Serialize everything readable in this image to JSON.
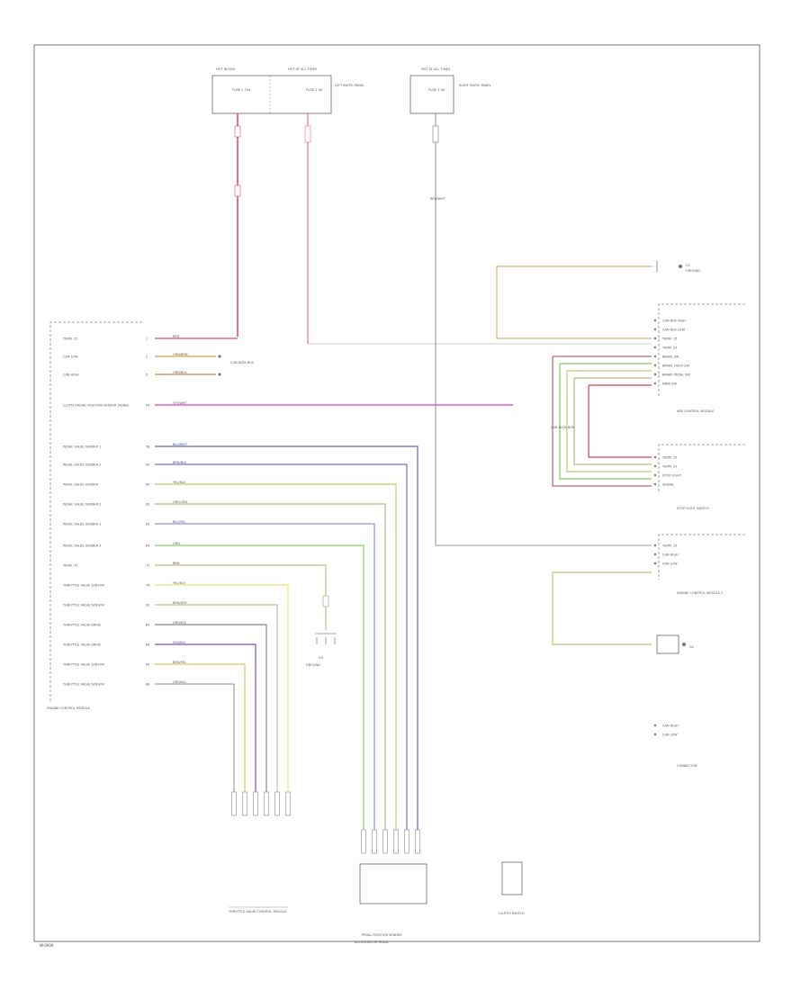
{
  "diagram": {
    "page_code": "W-0000",
    "ecm_pins": [
      {
        "label": "TERM. 15",
        "pin": "1",
        "color": "#e84a5f",
        "wire": "RED"
      },
      {
        "label": "CAN LOW",
        "pin": "2",
        "color": "#e8a040",
        "wire": "ORN/BRN"
      },
      {
        "label": "CAN HIGH",
        "pin": "3",
        "color": "#d08a3a",
        "wire": "ORN/BLK"
      },
      {
        "label": "CLUTCH PEDAL POSITION SENSOR SIGNAL",
        "pin": "54",
        "color": "#e23fd0",
        "wire": "VIO/WHT"
      },
      {
        "label": "PEDAL VALUE SENDER 1",
        "pin": "58",
        "color": "#6060e0",
        "wire": "BLU/WHT"
      },
      {
        "label": "PEDAL VALUE SENDER 2",
        "pin": "59",
        "color": "#7070d8",
        "wire": "BRN/BLU"
      },
      {
        "label": "PEDAL VALUE SENDER",
        "pin": "60",
        "color": "#c8c86a",
        "wire": "YEL/BLU"
      },
      {
        "label": "PEDAL VALUE SENDER 2",
        "pin": "61",
        "color": "#b8b890",
        "wire": "GRY/GRN"
      },
      {
        "label": "PEDAL VALUE SENDER 1",
        "pin": "62",
        "color": "#9090e8",
        "wire": "BLU/YEL"
      },
      {
        "label": "PEDAL VALUE SENDER 2",
        "pin": "63",
        "color": "#80d860",
        "wire": "GRN"
      },
      {
        "label": "TERM. 31",
        "pin": "71",
        "color": "#c8b880",
        "wire": "BRN"
      },
      {
        "label": "THROTTLE VALVE SENSOR",
        "pin": "76",
        "color": "#e8e870",
        "wire": "YEL/BLK"
      },
      {
        "label": "THROTTLE VALVE SENSOR",
        "pin": "82",
        "color": "#c0c0a0",
        "wire": "BRN/GRY"
      },
      {
        "label": "THROTTLE VALVE DRIVE",
        "pin": "83",
        "color": "#888888",
        "wire": "GRY/BLK"
      },
      {
        "label": "THROTTLE VALVE DRIVE",
        "pin": "84",
        "color": "#8050d0",
        "wire": "VIO/BLU"
      },
      {
        "label": "THROTTLE VALVE SENSOR",
        "pin": "85",
        "color": "#d8c860",
        "wire": "BRN/YEL"
      },
      {
        "label": "THROTTLE VALVE SENSOR",
        "pin": "86",
        "color": "#a0a0a0",
        "wire": "GRY/BLU"
      }
    ],
    "ecm_name": "ENGINE CONTROL MODULE",
    "fuse_left_label": "HOT IN RUN",
    "fuse_center_label": "HOT AT ALL TIMES",
    "fuse_right_label": "HOT AT ALL TIMES",
    "fuse_left_box": "FUSE 1 15A",
    "fuse_center_box": "FUSE 2 5A",
    "fuse_right_box": "FUSE 3 5A",
    "fuse_center_note": "LEFT INSTR. PANEL",
    "fuse_right_note": "RIGHT INSTR. PANEL",
    "can_label": "CAN DATA BUS",
    "wire_tag_right": "RED/WHT",
    "right_top_ground": "G1",
    "right_top_ground_label": "GROUND",
    "right_module1_name": "ABS CONTROL MODULE",
    "right_module1_pins": [
      "CAN BUS HIGH",
      "CAN BUS LOW",
      "TERM. 15",
      "TERM. 31",
      "BRAKE SW",
      "BRAKE LIGHT SW",
      "BRAKE PEDAL SW",
      "PARK SW"
    ],
    "right_module2_name": "STOP LIGHT SWITCH",
    "right_module2_pins": [
      "TERM. 15",
      "TERM. 31",
      "STOP LIGHT",
      "SIGNAL"
    ],
    "right_module3_name": "ENGINE CONTROL MODULE 2",
    "right_module3_pins": [
      "TERM. 15",
      "CAN HIGH",
      "CAN LOW"
    ],
    "right_module4_name": "CONNECTOR",
    "right_module4_pins": [
      "CAN HIGH",
      "CAN LOW"
    ],
    "ground_bottom_right": "G2",
    "throttle_name": "THROTTLE VALVE CONTROL MODULE",
    "pedal_name": "PEDAL POSITION SENDER",
    "pedal_sub": "ACCELERATOR PEDAL",
    "ground_center": "G3",
    "ground_center_label": "GROUND",
    "clutch_name": "CLUTCH SWITCH",
    "can_note": "CAN DATA BUS"
  }
}
